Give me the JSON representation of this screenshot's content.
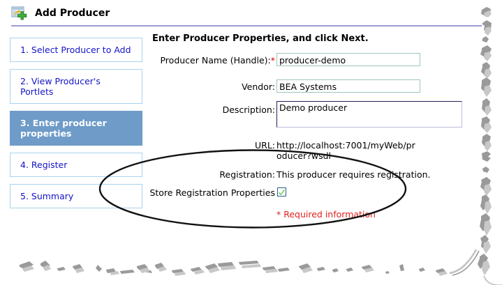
{
  "header": {
    "title": "Add Producer",
    "icon": "add-portlet-icon",
    "rule_color": "#9b9bd4"
  },
  "steps": [
    {
      "label": "1. Select Producer to Add",
      "active": false
    },
    {
      "label": "2. View Producer's\nPortlets",
      "active": false
    },
    {
      "label": "3. Enter producer\n    properties",
      "active": true
    },
    {
      "label": "4. Register",
      "active": false
    },
    {
      "label": "5. Summary",
      "active": false
    }
  ],
  "form": {
    "heading": "Enter Producer Properties, and click Next.",
    "producer_name_label": "Producer Name (Handle):",
    "producer_name_required_mark": "*",
    "producer_name_value": "producer-demo",
    "vendor_label": "Vendor:",
    "vendor_value": "BEA Systems",
    "description_label": "Description:",
    "description_value": "Demo producer",
    "url_label": "URL:",
    "url_value": "http://localhost:7001/myWeb/producer?wsdl",
    "registration_label": "Registration:",
    "registration_value": "This producer requires registration.",
    "store_registration_label": "Store Registration Properties",
    "store_registration_checked": true,
    "required_note": "* Required information"
  },
  "colors": {
    "active_step_bg": "#6e9bc8",
    "step_border": "#a9d3ef",
    "step_text": "#1414c8",
    "required_text": "#e02020",
    "input_border": "#9fc4c0",
    "checkbox_border": "#2b5f8c",
    "checkmark": "#33bb33"
  },
  "annotation": {
    "shape": "ellipse-highlight"
  }
}
